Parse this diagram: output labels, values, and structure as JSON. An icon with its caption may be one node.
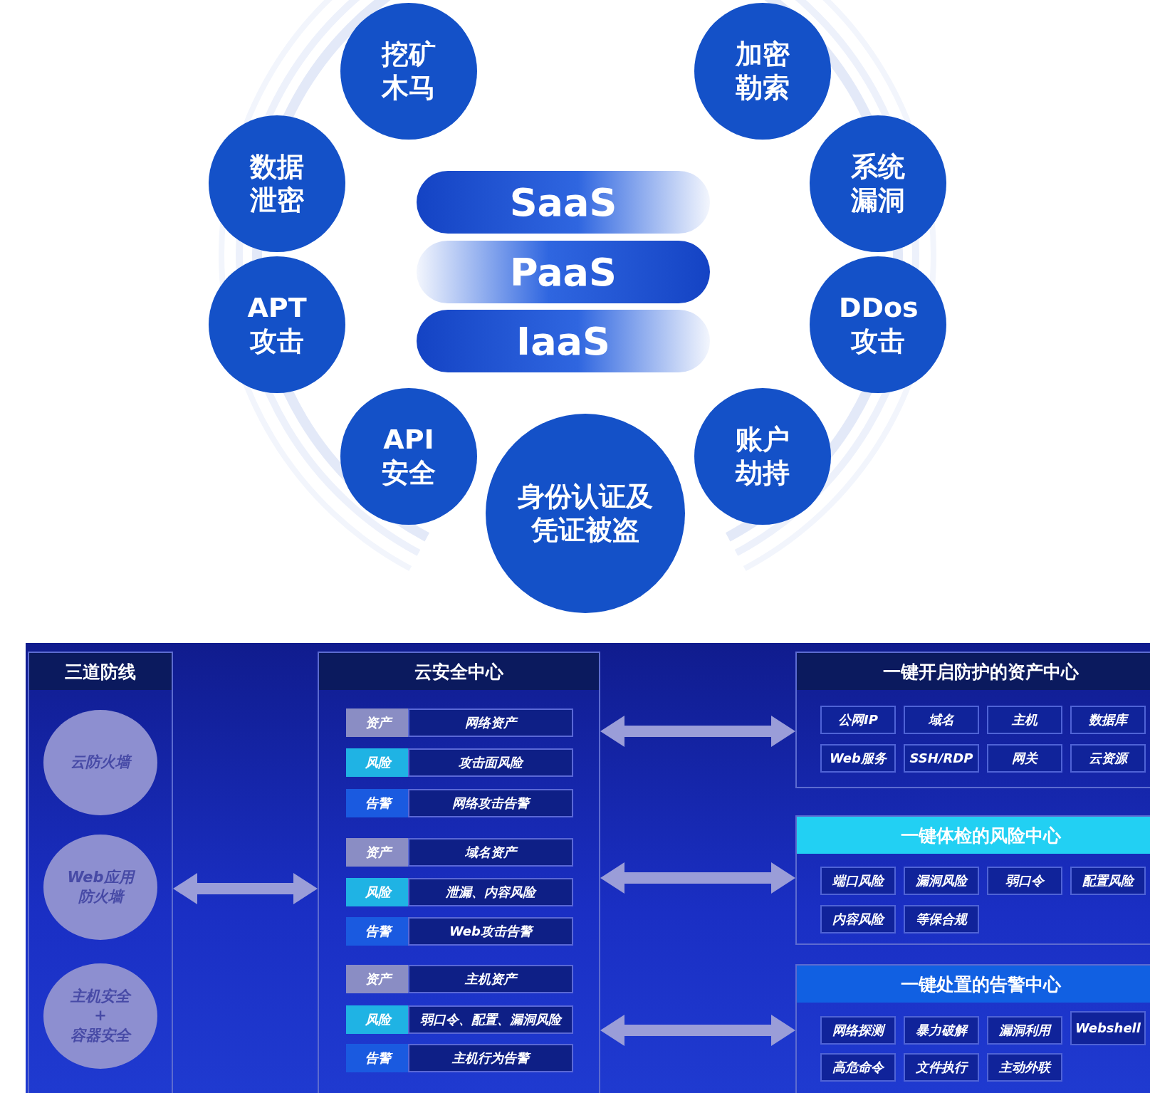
{
  "diagram": {
    "nodes": [
      {
        "text": [
          "挖矿木马"
        ]
      },
      {
        "text": [
          "加密勒索"
        ]
      },
      {
        "text": [
          "数据泄密"
        ]
      },
      {
        "text": [
          "SaaS"
        ]
      },
      {
        "text": [
          "系统漏洞"
        ]
      },
      {
        "text": [
          "PaaS"
        ]
      },
      {
        "text": [
          "APT攻击"
        ]
      },
      {
        "text": [
          "IaaS"
        ]
      },
      {
        "text": [
          "DDos攻击"
        ]
      },
      {
        "text": [
          "API安全"
        ]
      },
      {
        "text": [
          "账户劫持"
        ]
      },
      {
        "text": [
          "身份认证及凭证被盗"
        ]
      },
      {
        "text": [
          "三道防线"
        ]
      },
      {
        "text": [
          "云防火墙"
        ],
        "in": 12
      },
      {
        "text": [
          "Web应用防火墙"
        ],
        "in": 12
      },
      {
        "text": [
          "主机安全 + 容器安全"
        ],
        "in": 12
      },
      {
        "text": [
          "云安全中心"
        ]
      },
      {
        "text": [
          "资产"
        ],
        "in": 16
      },
      {
        "text": [
          "网络资产"
        ],
        "in": 16
      },
      {
        "text": [
          "风险"
        ],
        "in": 16
      },
      {
        "text": [
          "攻击面风险"
        ],
        "in": 16
      },
      {
        "text": [
          "告警"
        ],
        "in": 16
      },
      {
        "text": [
          "网络攻击告警"
        ],
        "in": 16
      },
      {
        "text": [
          "资产"
        ],
        "in": 16
      },
      {
        "text": [
          "域名资产"
        ],
        "in": 16
      },
      {
        "text": [
          "风险"
        ],
        "in": 16
      },
      {
        "text": [
          "泄漏、内容风险"
        ],
        "in": 16
      },
      {
        "text": [
          "告警"
        ],
        "in": 16
      },
      {
        "text": [
          "Web攻击告警"
        ],
        "in": 16
      },
      {
        "text": [
          "资产"
        ],
        "in": 16
      },
      {
        "text": [
          "主机资产"
        ],
        "in": 16
      },
      {
        "text": [
          "风险"
        ],
        "in": 16
      },
      {
        "text": [
          "弱口令、配置、漏洞风险"
        ],
        "in": 16
      },
      {
        "text": [
          "告警"
        ],
        "in": 16
      },
      {
        "text": [
          "主机行为告警"
        ],
        "in": 16
      },
      {
        "text": [
          "一键开启防护的资产中心"
        ]
      },
      {
        "text": [
          "公网IP"
        ],
        "in": 35
      },
      {
        "text": [
          "域名"
        ],
        "in": 35
      },
      {
        "text": [
          "主机"
        ],
        "in": 35
      },
      {
        "text": [
          "数据库"
        ],
        "in": 35
      },
      {
        "text": [
          "Web服务"
        ],
        "in": 35
      },
      {
        "text": [
          "SSH/RDP"
        ],
        "in": 35
      },
      {
        "text": [
          "网关"
        ],
        "in": 35
      },
      {
        "text": [
          "云资源"
        ],
        "in": 35
      },
      {
        "text": [
          "一键体检的风险中心"
        ]
      },
      {
        "text": [
          "端口风险"
        ],
        "in": 44
      },
      {
        "text": [
          "漏洞风险"
        ],
        "in": 44
      },
      {
        "text": [
          "弱口令"
        ],
        "in": 44
      },
      {
        "text": [
          "配置风险"
        ],
        "in": 44
      },
      {
        "text": [
          "内容风险"
        ],
        "in": 44
      },
      {
        "text": [
          "等保合规"
        ],
        "in": 44
      },
      {
        "text": [
          "一键处置的告警中心"
        ]
      },
      {
        "text": [
          "网络探测"
        ],
        "in": 51
      },
      {
        "text": [
          "暴力破解"
        ],
        "in": 51
      },
      {
        "text": [
          "漏洞利用"
        ],
        "in": 51
      },
      {
        "text": [
          "Webshell"
        ],
        "in": 51
      },
      {
        "text": [
          "高危命令"
        ],
        "in": 51
      },
      {
        "text": [
          "文件执行"
        ],
        "in": 51
      },
      {
        "text": [
          "主动外联"
        ],
        "in": 51
      }
    ],
    "edges": [
      {
        "from": 12,
        "to": 16,
        "arrow": "both"
      },
      {
        "from": 16,
        "to": 35,
        "arrow": "both"
      },
      {
        "from": 16,
        "to": 44,
        "arrow": "both"
      },
      {
        "from": 16,
        "to": 51,
        "arrow": "both"
      }
    ]
  }
}
